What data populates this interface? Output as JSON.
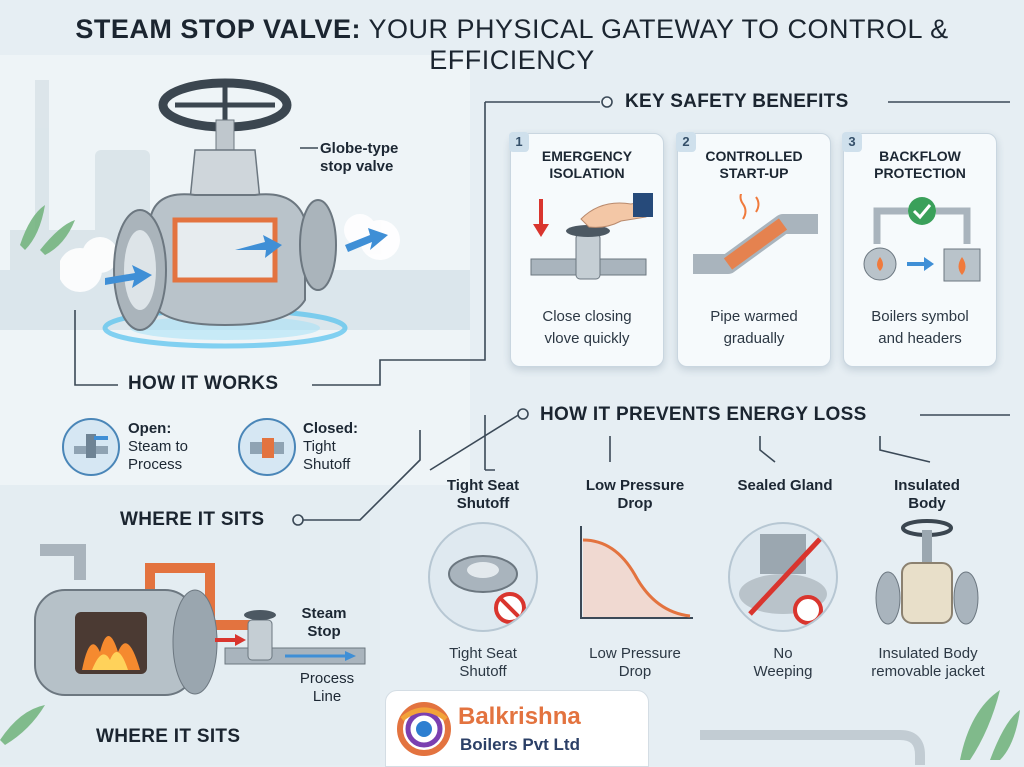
{
  "title": {
    "bold": "STEAM STOP VALVE:",
    "rest": " YOUR PHYSICAL GATEWAY TO CONTROL & EFFICIENCY"
  },
  "valve": {
    "callout": "Globe-type\nstop valve"
  },
  "how_it_works": {
    "heading": "HOW IT WORKS",
    "open_title": "Open:",
    "open_text": "Steam to\nProcess",
    "closed_title": "Closed:",
    "closed_text": "Tight\nShutoff"
  },
  "safety": {
    "heading": "KEY SAFETY BENEFITS",
    "cards": [
      {
        "num": "1",
        "title": "EMERGENCY\nISOLATION",
        "text": "Close closing\nvlove quickly"
      },
      {
        "num": "2",
        "title": "CONTROLLED\nSTART-UP",
        "text": "Pipe warmed\ngradually"
      },
      {
        "num": "3",
        "title": "BACKFLOW\nPROTECTION",
        "text": "Boilers symbol\nand headers"
      }
    ]
  },
  "energy": {
    "heading": "HOW IT PREVENTS ENERGY LOSS",
    "items": [
      {
        "title": "Tight Seat\nShutoff",
        "caption": "Tight Seat\nShutoff"
      },
      {
        "title": "Low Pressure\nDrop",
        "caption": "Low Pressure\nDrop"
      },
      {
        "title": "Sealed Gland",
        "caption": "No\nWeeping"
      },
      {
        "title": "Insulated\nBody",
        "caption": "Insulated Body\nremovable jacket"
      }
    ]
  },
  "where": {
    "heading": "WHERE IT SITS",
    "heading_bottom": "WHERE IT SITS",
    "steam_stop": "Steam\nStop",
    "process_line": "Process\nLine"
  },
  "logo": {
    "name": "Balkrishna",
    "sub": "Boilers Pvt Ltd"
  },
  "colors": {
    "accent_orange": "#e3733f",
    "steam_blue": "#3f8fd6",
    "pipe_grey": "#a9b4bd",
    "no_red": "#d9352e",
    "check_green": "#3aa05a"
  }
}
